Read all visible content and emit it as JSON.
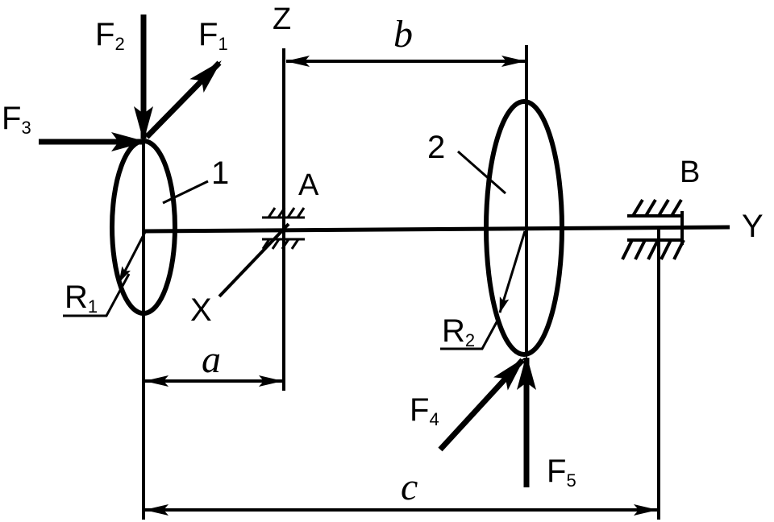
{
  "colors": {
    "ink": "#000000",
    "background": "#ffffff"
  },
  "labels": {
    "axis_z": "Z",
    "axis_y": "Y",
    "axis_x": "X",
    "support_a": "A",
    "support_b": "B",
    "disk_1": "1",
    "disk_2": "2",
    "dim_a": "a",
    "dim_b": "b",
    "dim_c": "c"
  },
  "forces": [
    {
      "id": "f1",
      "base": "F",
      "sub": "1"
    },
    {
      "id": "f2",
      "base": "F",
      "sub": "2"
    },
    {
      "id": "f3",
      "base": "F",
      "sub": "3"
    },
    {
      "id": "f4",
      "base": "F",
      "sub": "4"
    },
    {
      "id": "f5",
      "base": "F",
      "sub": "5"
    }
  ],
  "radii": [
    {
      "id": "r1",
      "base": "R",
      "sub": "1"
    },
    {
      "id": "r2",
      "base": "R",
      "sub": "2"
    }
  ]
}
